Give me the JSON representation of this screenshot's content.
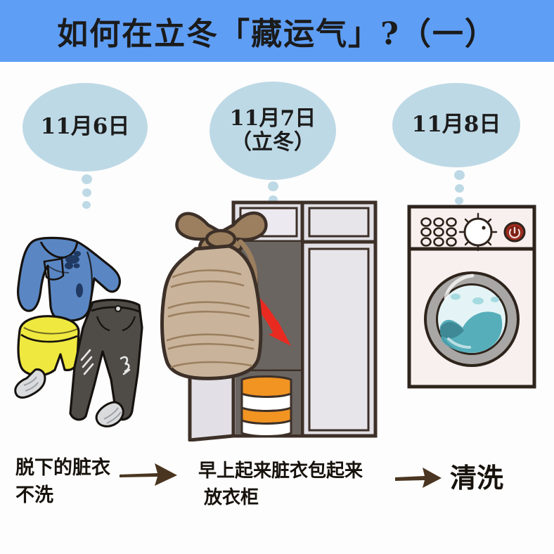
{
  "header": {
    "title": "如何在立冬「藏运气」?（一）",
    "background_color": "#5f9ef5"
  },
  "palette": {
    "header_blue": "#5f9ef5",
    "bubble_blue": "#bed9e6",
    "ink_black": "#17120c",
    "arrow_brown": "#4a3520",
    "bag_tan": "#c9b39b",
    "bag_bow_brown": "#8a6f52",
    "wardrobe_frame": "#3d3028",
    "wardrobe_door": "#e2e0e6",
    "wardrobe_interior": "#6b6561",
    "towel_orange": "#f29422",
    "red_arrow": "#e82a20",
    "shirt_blue": "#5a87c4",
    "shorts_yellow": "#efe83f",
    "jeans_gray": "#4f4b47",
    "sock_gray": "#d9dbdc",
    "washer_body": "#f7f0ee",
    "washer_power_red": "#9e2b1e",
    "drum_water": "#7fd0d8",
    "background": "#fdfdfd"
  },
  "bubbles": [
    {
      "id": "bubble-1",
      "lines": [
        "11月6日"
      ]
    },
    {
      "id": "bubble-2",
      "lines": [
        "11月7日",
        "（立冬）"
      ]
    },
    {
      "id": "bubble-3",
      "lines": [
        "11月8日"
      ]
    }
  ],
  "panels": [
    {
      "id": "panel-clothes",
      "name": "dirty-clothes-pile",
      "items": [
        "blue-long-sleeve-shirt-with-stains",
        "yellow-shorts",
        "dark-gray-jeans",
        "gray-socks"
      ]
    },
    {
      "id": "panel-wardrobe",
      "name": "wardrobe-with-bundle",
      "items": [
        "tan-bundle-bag-tied-with-bow",
        "open-wardrobe",
        "red-arrow-into-wardrobe",
        "folded-orange-white-towels"
      ]
    },
    {
      "id": "panel-washer",
      "name": "front-load-washing-machine",
      "items": [
        "control-panel-buttons",
        "dial-knob",
        "red-power-button",
        "round-door-with-water"
      ]
    }
  ],
  "captions": [
    {
      "id": "caption-1",
      "lines": [
        "脱下的脏衣",
        "不洗"
      ]
    },
    {
      "id": "caption-2",
      "lines": [
        "早上起来脏衣包起来",
        "放衣柜"
      ]
    },
    {
      "id": "caption-3",
      "lines": [
        "清洗"
      ]
    }
  ],
  "arrows": [
    {
      "id": "arrow-1",
      "icon": "right-arrow-icon",
      "color": "#4a3520"
    },
    {
      "id": "arrow-2",
      "icon": "right-arrow-icon",
      "color": "#4a3520"
    }
  ],
  "washer": {
    "button_count": 9,
    "dial_tick_count": 8,
    "power_button_label": "⏻"
  },
  "towels": {
    "stripe_count": 4,
    "colors": [
      "#f29422",
      "#ffffff",
      "#f29422",
      "#ffffff"
    ]
  }
}
